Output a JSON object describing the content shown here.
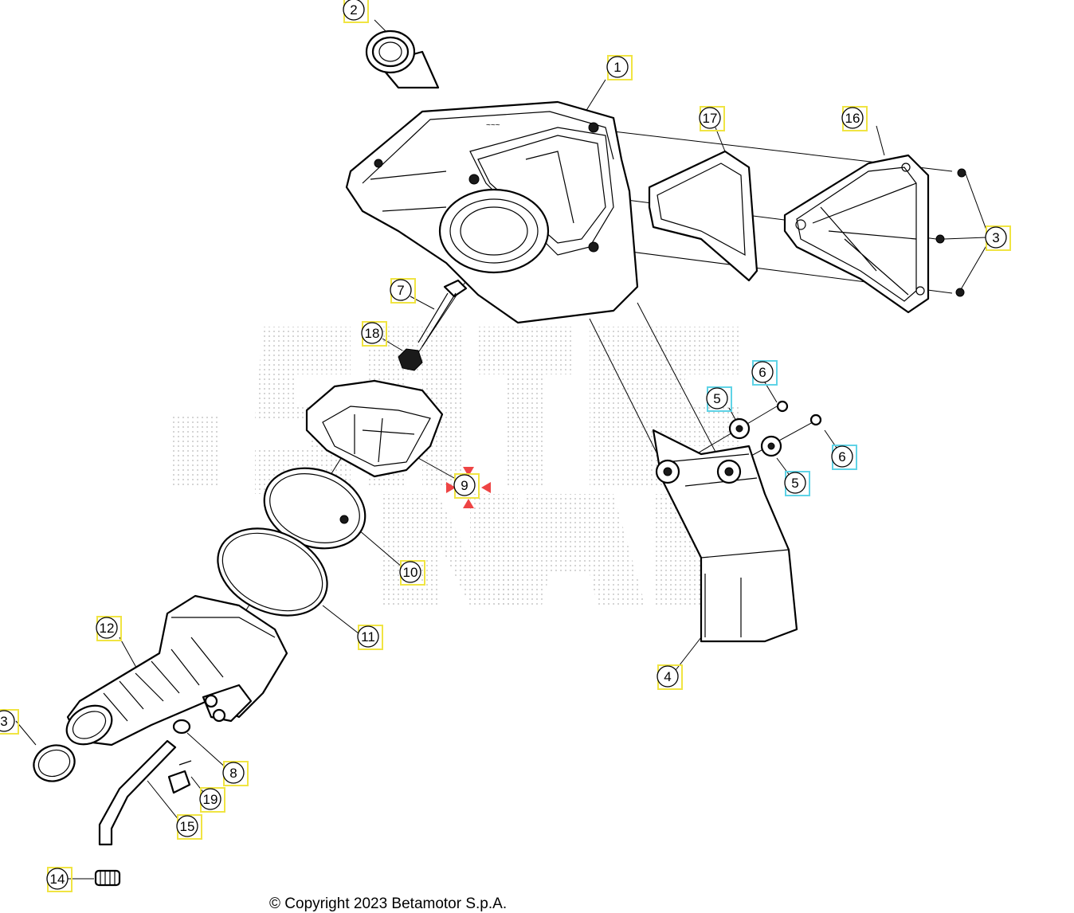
{
  "diagram": {
    "callouts": [
      {
        "label": "1",
        "box": "yellow"
      },
      {
        "label": "2",
        "box": "yellow"
      },
      {
        "label": "3",
        "box": "yellow"
      },
      {
        "label": "3",
        "box": "yellow"
      },
      {
        "label": "4",
        "box": "yellow"
      },
      {
        "label": "5",
        "box": "cyan"
      },
      {
        "label": "5",
        "box": "cyan"
      },
      {
        "label": "6",
        "box": "cyan"
      },
      {
        "label": "6",
        "box": "cyan"
      },
      {
        "label": "7",
        "box": "yellow"
      },
      {
        "label": "8",
        "box": "yellow"
      },
      {
        "label": "9",
        "box": "yellow"
      },
      {
        "label": "10",
        "box": "yellow"
      },
      {
        "label": "11",
        "box": "yellow"
      },
      {
        "label": "12",
        "box": "yellow"
      },
      {
        "label": "14",
        "box": "yellow"
      },
      {
        "label": "15",
        "box": "yellow"
      },
      {
        "label": "16",
        "box": "yellow"
      },
      {
        "label": "17",
        "box": "yellow"
      },
      {
        "label": "18",
        "box": "yellow"
      },
      {
        "label": "19",
        "box": "yellow"
      }
    ],
    "colors": {
      "yellow_box": "#f0e442",
      "cyan_box": "#5fd3e6",
      "watermark_dots": "#c8c8c8",
      "marker_red": "#ee4444"
    },
    "copyright": "© Copyright 2023 Betamotor S.p.A."
  }
}
